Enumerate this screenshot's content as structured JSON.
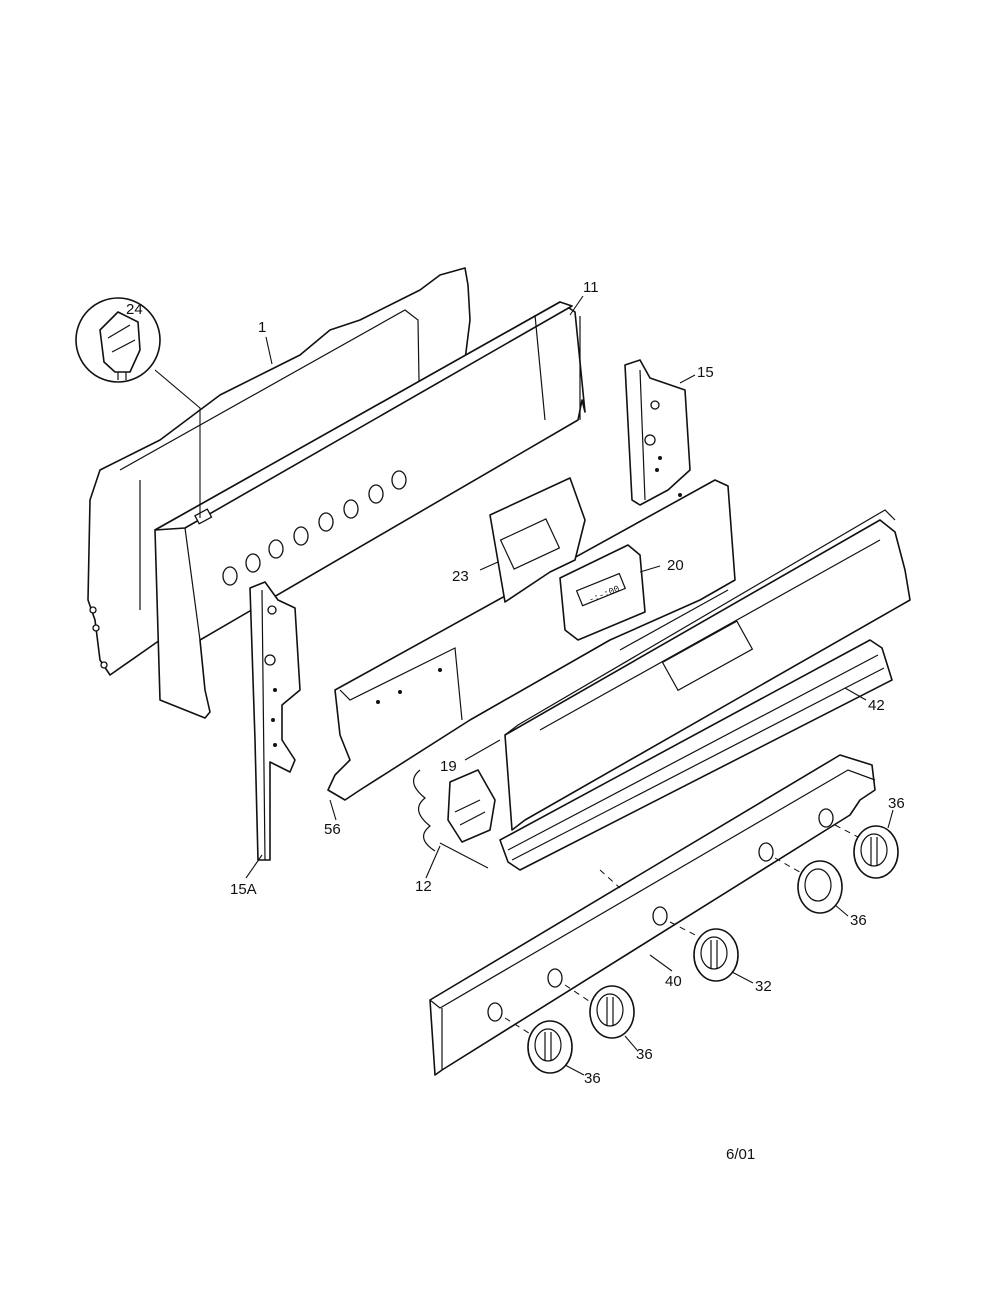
{
  "callouts": {
    "c1": "1",
    "c11": "11",
    "c24": "24",
    "c15": "15",
    "c23": "23",
    "c20": "20",
    "c42": "42",
    "c19": "19",
    "c56": "56",
    "c15a": "15A",
    "c12": "12",
    "c36a": "36",
    "c36b": "36",
    "c36c": "36",
    "c36d": "36",
    "c32": "32",
    "c40": "40"
  },
  "clock_display": "-:-:00",
  "revision_date": "6/01"
}
